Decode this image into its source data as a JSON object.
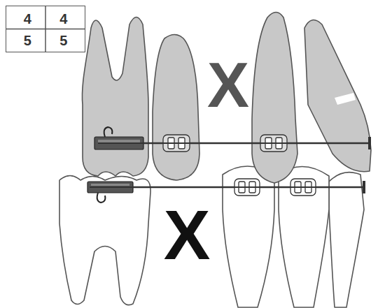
{
  "diagram": {
    "nodes": [
      {
        "text": [
          "4",
          "4",
          "5",
          "5"
        ]
      }
    ],
    "labels": [
      "X",
      "X"
    ]
  }
}
